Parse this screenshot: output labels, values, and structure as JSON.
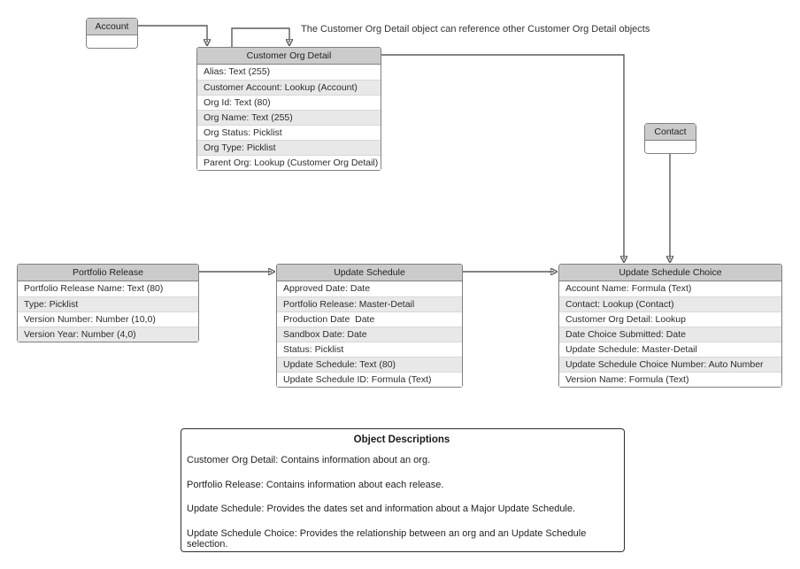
{
  "annotation": "The Customer Org Detail object can reference other Customer Org Detail objects",
  "entities": {
    "account": {
      "title": "Account"
    },
    "contact": {
      "title": "Contact"
    },
    "customer_org_detail": {
      "title": "Customer Org Detail",
      "fields": [
        "Alias: Text (255)",
        "Customer Account: Lookup (Account)",
        "Org Id: Text (80)",
        "Org Name: Text (255)",
        "Org Status: Picklist",
        "Org Type: Picklist",
        "Parent Org: Lookup (Customer Org Detail)"
      ]
    },
    "portfolio_release": {
      "title": "Portfolio Release",
      "fields": [
        "Portfolio Release Name: Text (80)",
        "Type: Picklist",
        "Version Number: Number (10,0)",
        "Version Year: Number (4,0)"
      ]
    },
    "update_schedule": {
      "title": "Update Schedule",
      "fields": [
        "Approved Date: Date",
        "Portfolio Release: Master-Detail",
        "Production Date  Date",
        "Sandbox Date: Date",
        "Status: Picklist",
        "Update Schedule: Text (80)",
        "Update Schedule ID: Formula (Text)"
      ]
    },
    "update_schedule_choice": {
      "title": "Update Schedule Choice",
      "fields": [
        "Account Name: Formula (Text)",
        "Contact: Lookup (Contact)",
        "Customer Org Detail: Lookup",
        "Date Choice Submitted: Date",
        "Update Schedule: Master-Detail",
        "Update Schedule Choice Number: Auto Number",
        "Version Name: Formula (Text)"
      ]
    }
  },
  "descriptions": {
    "title": "Object Descriptions",
    "items": [
      "Customer Org Detail: Contains information about an org.",
      "Portfolio Release: Contains information about each release.",
      "Update Schedule: Provides the dates set and information about a Major Update Schedule.",
      "Update Schedule Choice: Provides the relationship between an org and an Update Schedule selection."
    ]
  },
  "colors": {
    "header_fill": "#cbcbcb",
    "row_fill": "#ffffff",
    "row_alt_fill": "#e8e8e8",
    "entity_border": "#7f7f7f",
    "connector": "#5a5a5a",
    "description_border": "#2e2e2e"
  }
}
